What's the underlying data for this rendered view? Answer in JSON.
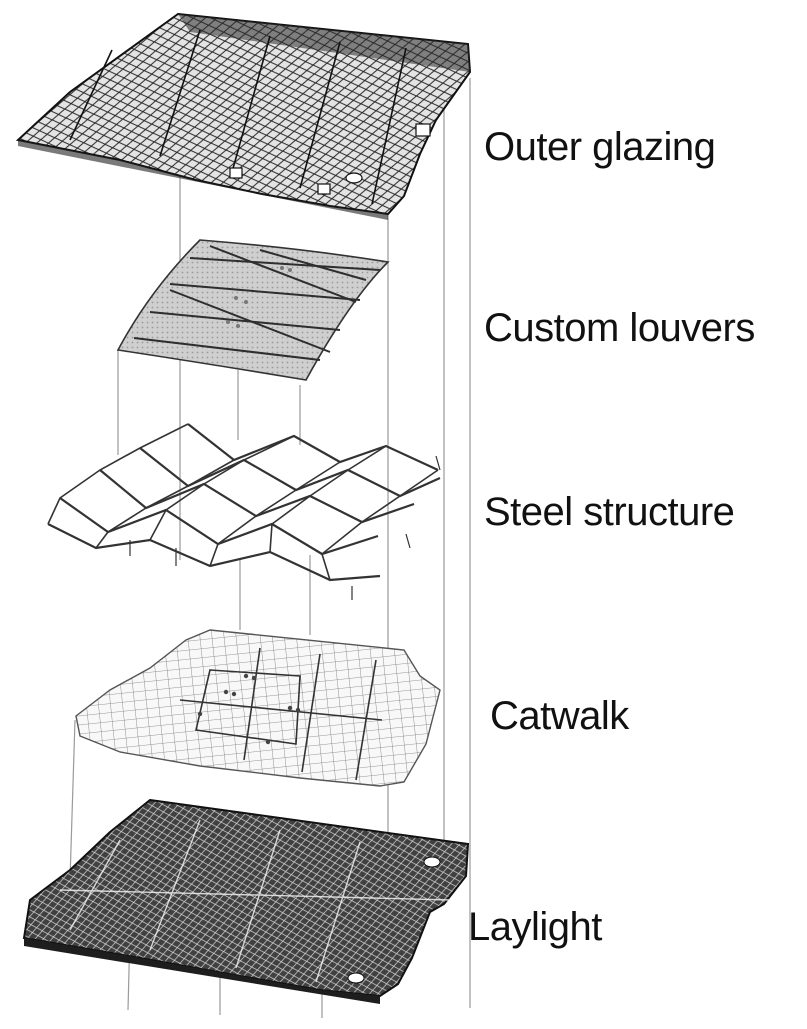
{
  "layers": [
    {
      "id": "outer-glazing",
      "label": "Outer glazing"
    },
    {
      "id": "custom-louvers",
      "label": "Custom louvers"
    },
    {
      "id": "steel-structure",
      "label": "Steel structure"
    },
    {
      "id": "catwalk",
      "label": "Catwalk"
    },
    {
      "id": "laylight",
      "label": "Laylight"
    }
  ],
  "colors": {
    "background": "#ffffff",
    "ink": "#1a1a1a",
    "outer_fill": "#e6e6e6",
    "louver_fill": "#c9c9c9",
    "catwalk_fill": "#f7f7f7",
    "laylight_fill": "#3a3a3a",
    "guide_line": "#9a9a9a"
  }
}
